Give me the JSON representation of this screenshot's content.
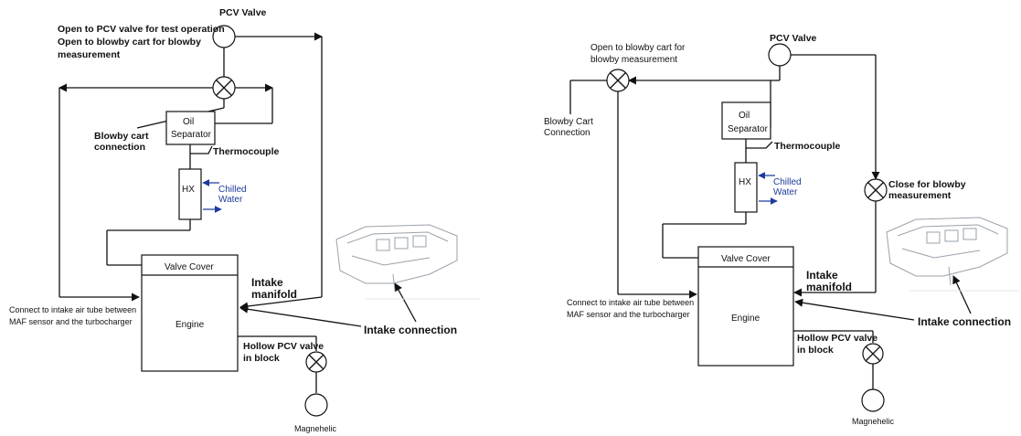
{
  "left": {
    "pcv_valve": "PCV Valve",
    "note_line1": "Open to PCV valve for test operation",
    "note_line2": "Open to blowby cart for blowby",
    "note_line3": "measurement",
    "blowby_cart_1": "Blowby cart",
    "blowby_cart_2": "connection",
    "oil_separator_1": "Oil",
    "oil_separator_2": "Separator",
    "thermocouple": "Thermocouple",
    "hx": "HX",
    "chilled_1": "Chilled",
    "chilled_2": "Water",
    "valve_cover": "Valve Cover",
    "engine": "Engine",
    "intake_manifold_1": "Intake",
    "intake_manifold_2": "manifold",
    "connect_1": "Connect to intake air tube between",
    "connect_2": "MAF sensor and the turbocharger",
    "intake_connection": "Intake connection",
    "hollow_1": "Hollow PCV valve",
    "hollow_2": "in block",
    "magnehelic": "Magnehelic"
  },
  "right": {
    "pcv_valve": "PCV Valve",
    "open_1": "Open to blowby cart for",
    "open_2": "blowby measurement",
    "blowby_cart_1": "Blowby Cart",
    "blowby_cart_2": "Connection",
    "oil_separator_1": "Oil",
    "oil_separator_2": "Separator",
    "thermocouple": "Thermocouple",
    "hx": "HX",
    "chilled_1": "Chilled",
    "chilled_2": "Water",
    "close_1": "Close for blowby",
    "close_2": "measurement",
    "valve_cover": "Valve Cover",
    "engine": "Engine",
    "intake_manifold_1": "Intake",
    "intake_manifold_2": "manifold",
    "connect_1": "Connect to intake air tube between",
    "connect_2": "MAF sensor and the turbocharger",
    "intake_connection": "Intake connection",
    "hollow_1": "Hollow PCV valve",
    "hollow_2": "in block",
    "magnehelic": "Magnehelic"
  }
}
